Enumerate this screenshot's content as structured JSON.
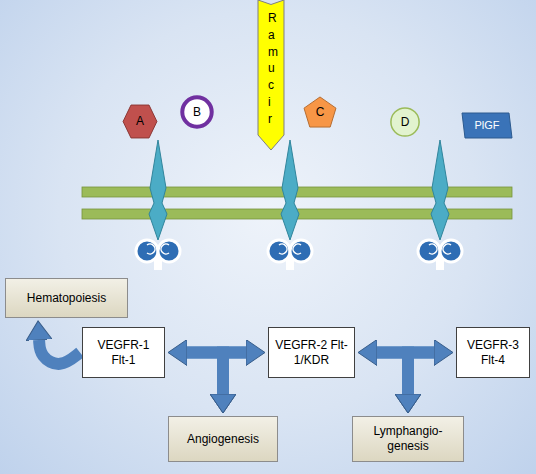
{
  "diagram": {
    "nodes": [
      {
        "text": [
          "A"
        ]
      },
      {
        "text": [
          "B"
        ]
      },
      {
        "text": [
          "Ramucir"
        ]
      },
      {
        "text": [
          "C"
        ]
      },
      {
        "text": [
          "D"
        ]
      },
      {
        "text": [
          "PlGF"
        ]
      },
      {
        "text": [
          "Hematopoiesis"
        ]
      },
      {
        "text": [
          "VEGFR-1 Flt-1"
        ]
      },
      {
        "text": [
          "VEGFR-2 Flt-1/KDR"
        ]
      },
      {
        "text": [
          "VEGFR-3 Flt-4"
        ]
      },
      {
        "text": [
          "Angiogenesis"
        ]
      },
      {
        "text": [
          "Lymphangio- genesis"
        ]
      }
    ],
    "edges": [
      {
        "from": 7,
        "to": 8,
        "arrow": "both"
      },
      {
        "from": 8,
        "to": 9,
        "arrow": "both"
      },
      {
        "from": 7,
        "to": 10,
        "arrow": "to"
      },
      {
        "from": 8,
        "to": 10,
        "arrow": "to"
      },
      {
        "from": 8,
        "to": 11,
        "arrow": "to"
      },
      {
        "from": 9,
        "to": 11,
        "arrow": "to"
      },
      {
        "from": 7,
        "to": 6,
        "arrow": "to"
      }
    ]
  }
}
